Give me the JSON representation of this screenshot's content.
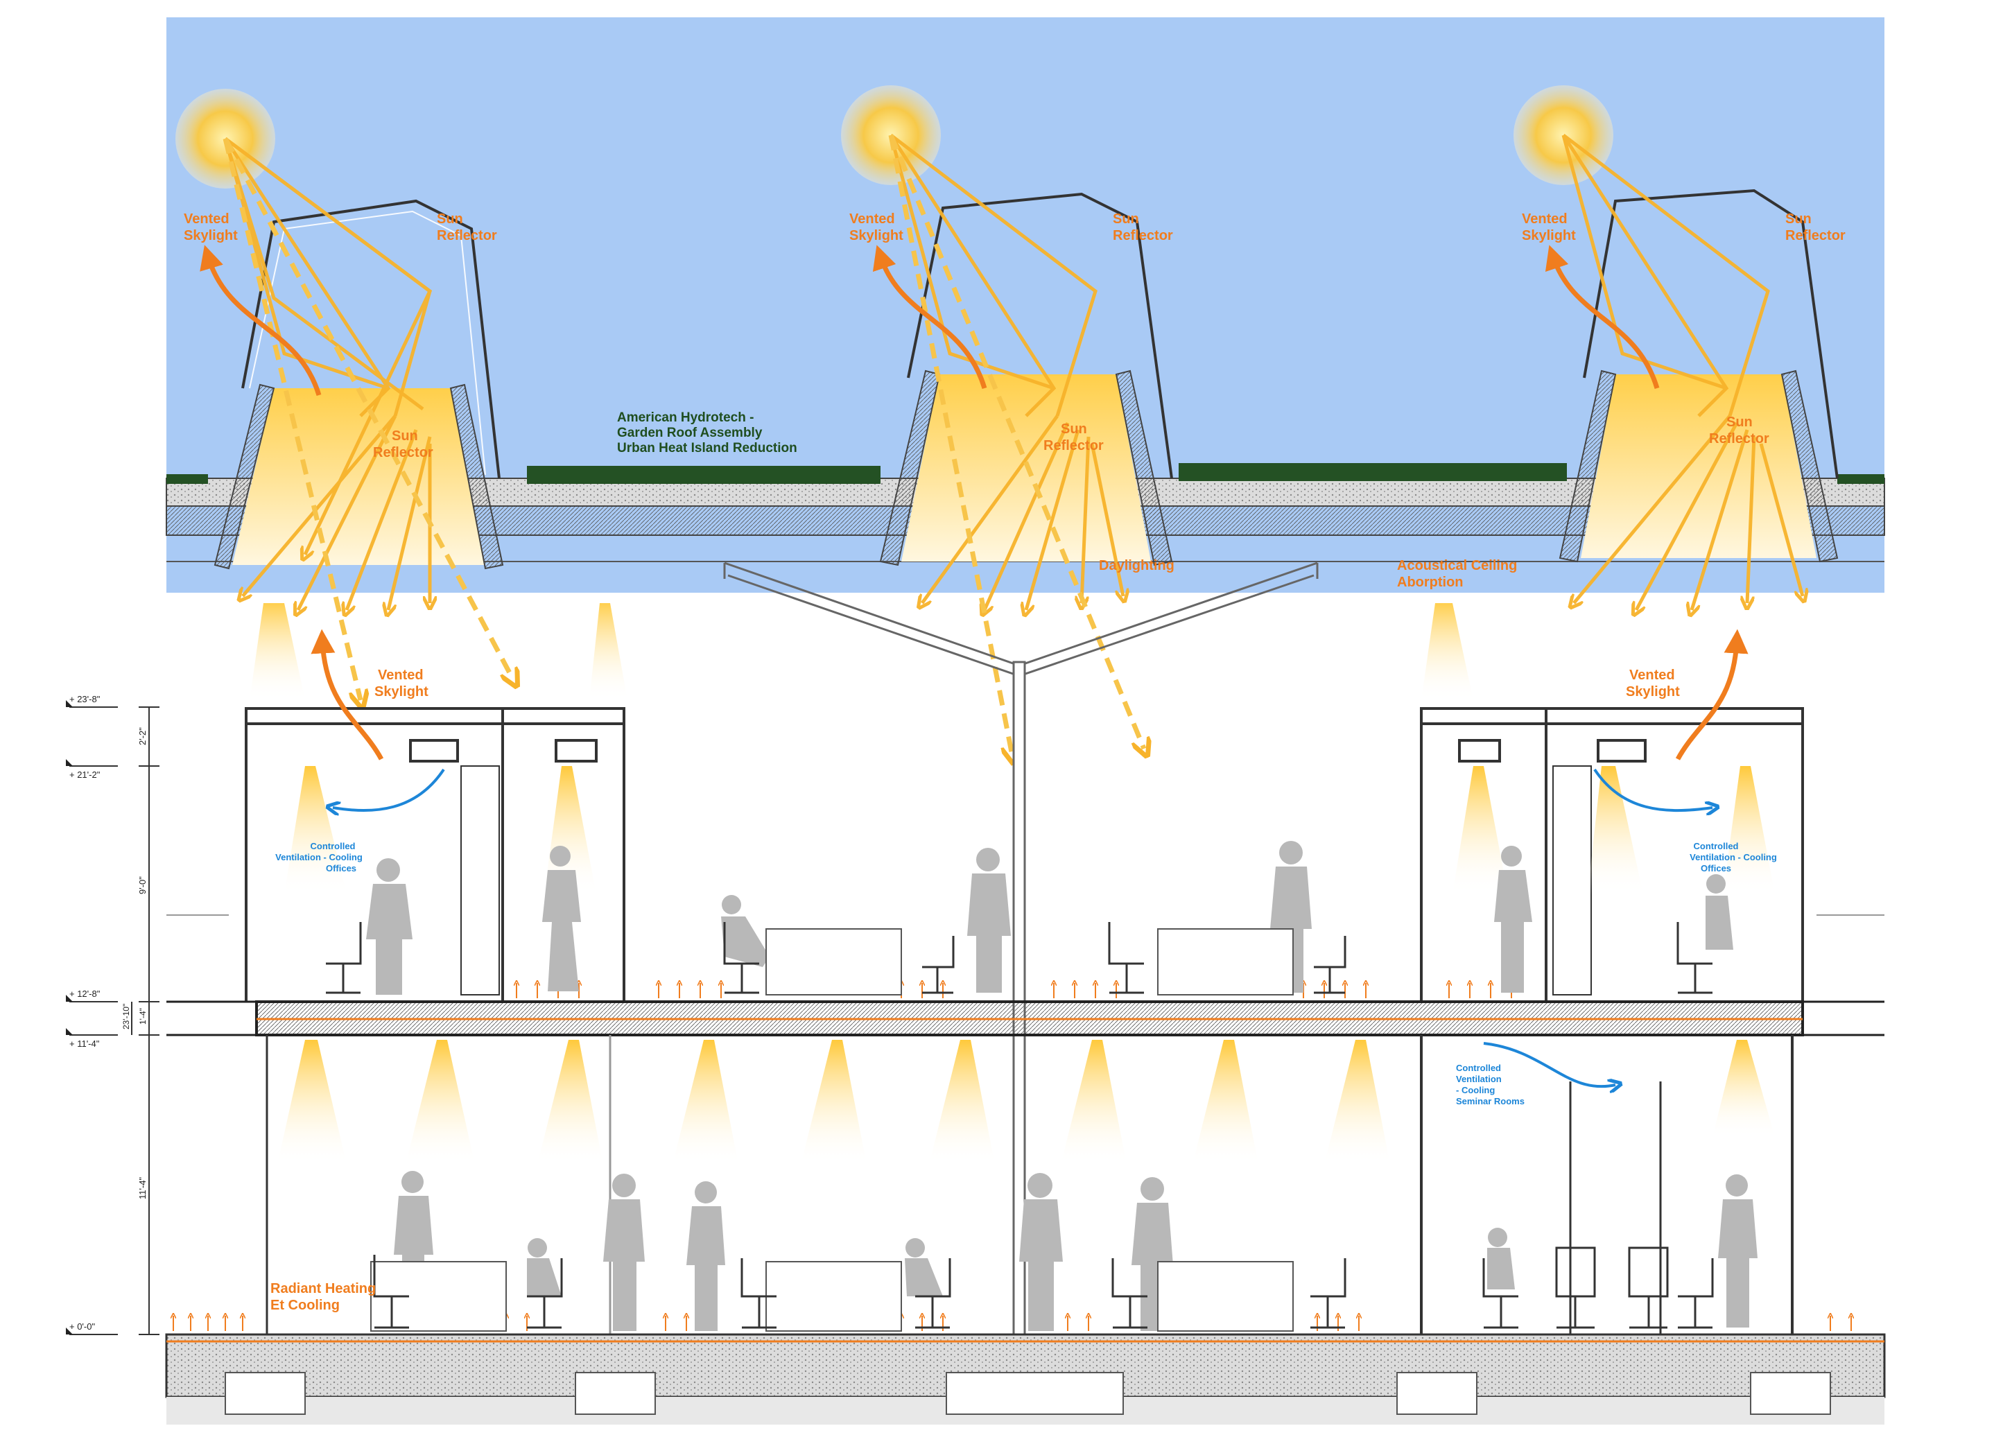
{
  "labels": {
    "vented_skylight_l1": "Vented",
    "vented_skylight_l2": "Skylight",
    "sun_reflector_l1": "Sun",
    "sun_reflector_l2": "Reflector",
    "roof_l1": "American Hydrotech -",
    "roof_l2": "Garden Roof Assembly",
    "roof_l3": "Urban Heat Island Reduction",
    "daylighting": "Daylighting",
    "acoustical_l1": "Acoustical Ceiling",
    "acoustical_l2": "Aborption",
    "vent_offices_l1": "Controlled",
    "vent_offices_l2": "Ventilation - Cooling",
    "vent_offices_l3": "Offices",
    "vent_seminar_l1": "Controlled",
    "vent_seminar_l2": "Ventilation",
    "vent_seminar_l3": "- Cooling",
    "vent_seminar_l4": "Seminar Rooms",
    "radiant_l1": "Radiant Heating",
    "radiant_l2": "Et Cooling"
  },
  "elevations": {
    "e1": "+ 23'-8\"",
    "e2": "+ 21'-2\"",
    "e3": "+ 12'-8\"",
    "e4": "+ 11'-4\"",
    "e5": "+ 0'-0\""
  },
  "dimensions": {
    "d1": "2'-2\"",
    "d2": "9'-0\"",
    "d3": "1'-4\"",
    "d4": "23'-10\"",
    "d5": "11'-4\""
  },
  "colors": {
    "sky": "#a9caf5",
    "sun": "#f7c948",
    "light": "#ffd560",
    "annotation_orange": "#f07d1e",
    "annotation_blue": "#1d86d8",
    "roof_green": "#1f4e1f",
    "people": "#b5b5b5"
  }
}
